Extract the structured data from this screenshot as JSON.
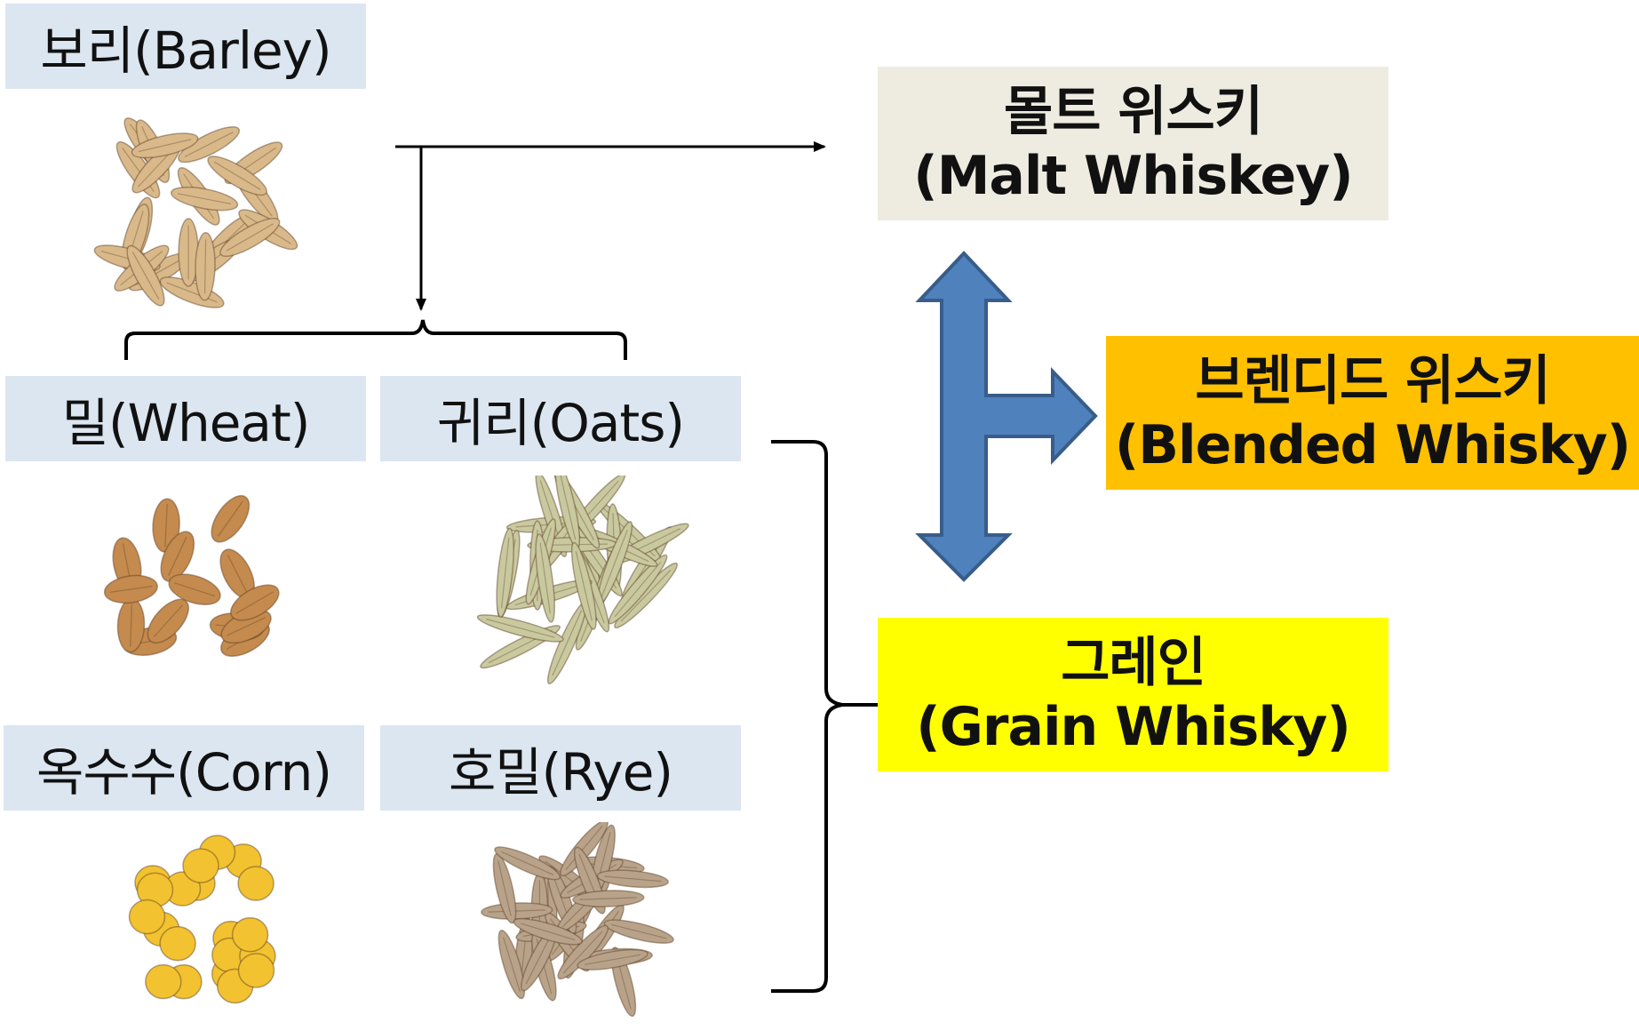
{
  "grains": [
    {
      "id": "barley",
      "label": "보리(Barley)",
      "color": "#d9b98a"
    },
    {
      "id": "wheat",
      "label": "밀(Wheat)",
      "color": "#c48a4e"
    },
    {
      "id": "oats",
      "label": "귀리(Oats)",
      "color": "#c9c9a0"
    },
    {
      "id": "corn",
      "label": "옥수수(Corn)",
      "color": "#f2c230"
    },
    {
      "id": "rye",
      "label": "호밀(Rye)",
      "color": "#b8a38a"
    }
  ],
  "whisky": {
    "malt": {
      "ko": "몰트 위스키",
      "en": "(Malt Whiskey)",
      "color": "#eeece1"
    },
    "blended": {
      "ko": "브렌디드 위스키",
      "en": "(Blended Whisky)",
      "color": "#ffc000"
    },
    "grain": {
      "ko": "그레인",
      "en": "(Grain Whisky)",
      "color": "#ffff00"
    }
  },
  "colors": {
    "label_bg": "#dce6f1",
    "arrow_fill": "#4f81bd",
    "arrow_stroke": "#385d8a",
    "line": "#000000"
  }
}
